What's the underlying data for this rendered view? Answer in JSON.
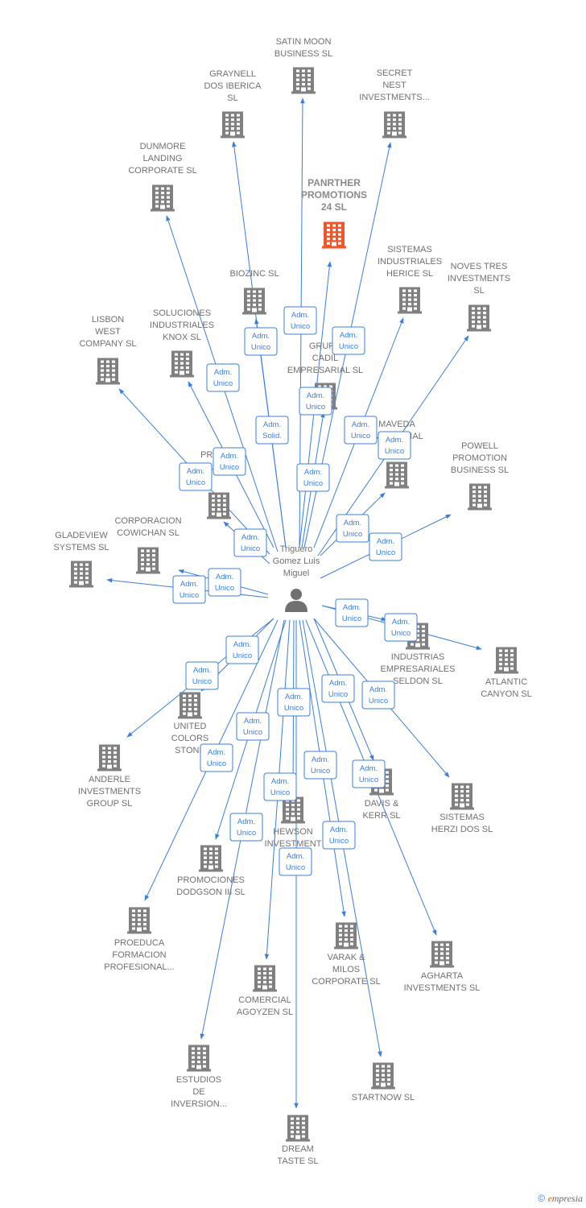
{
  "center": {
    "lines": [
      "Triguero",
      "Gomez Luis",
      "Miguel"
    ]
  },
  "colors": {
    "edge": "#3a7fd8",
    "building": "#808080",
    "highlight": "#f0562a",
    "text": "#707070"
  },
  "nodes": [
    {
      "id": "satin",
      "lines": [
        "SATIN MOON",
        "BUSINESS SL"
      ]
    },
    {
      "id": "graynell",
      "lines": [
        "GRAYNELL",
        "DOS IBERICA",
        "SL"
      ]
    },
    {
      "id": "secret",
      "lines": [
        "SECRET",
        "NEST",
        "INVESTMENTS..."
      ]
    },
    {
      "id": "dunmore",
      "lines": [
        "DUNMORE",
        "LANDING",
        "CORPORATE SL"
      ]
    },
    {
      "id": "panrther",
      "lines": [
        "PANRTHER",
        "PROMOTIONS",
        "24  SL"
      ],
      "highlight": true
    },
    {
      "id": "sistemas_herice",
      "lines": [
        "SISTEMAS",
        "INDUSTRIALES",
        "HERICE  SL"
      ]
    },
    {
      "id": "noves",
      "lines": [
        "NOVES TRES",
        "INVESTMENTS",
        "SL"
      ]
    },
    {
      "id": "biozinc",
      "lines": [
        "BIOZINC SL"
      ]
    },
    {
      "id": "soluciones",
      "lines": [
        "SOLUCIONES",
        "INDUSTRIALES",
        "KNOX SL"
      ]
    },
    {
      "id": "lisbon",
      "lines": [
        "LISBON",
        "WEST",
        "COMPANY  SL"
      ]
    },
    {
      "id": "cadil",
      "lines": [
        "GRUPO",
        "CADIL",
        "EMPRESARIAL SL"
      ]
    },
    {
      "id": "maveda",
      "lines": [
        "MAVEDA",
        "INDUSTRIAL",
        ""
      ]
    },
    {
      "id": "powell",
      "lines": [
        "POWELL",
        "PROMOTION",
        "BUSINESS  SL"
      ]
    },
    {
      "id": "provsilva",
      "lines": [
        "PROVES",
        "SILVA SL"
      ]
    },
    {
      "id": "corporacion",
      "lines": [
        "CORPORACION",
        "COWICHAN SL"
      ]
    },
    {
      "id": "gladeview",
      "lines": [
        "GLADEVIEW",
        "SYSTEMS  SL"
      ]
    },
    {
      "id": "industrias",
      "lines": [
        "INDUSTRIAS",
        "EMPRESARIALES",
        "SELDON SL"
      ]
    },
    {
      "id": "atlantic",
      "lines": [
        "ATLANTIC",
        "CANYON SL"
      ]
    },
    {
      "id": "united",
      "lines": [
        "UNITED",
        "COLORS",
        "STONE"
      ]
    },
    {
      "id": "anderle",
      "lines": [
        "ANDERLE",
        "INVESTMENTS",
        "GROUP SL"
      ]
    },
    {
      "id": "davis",
      "lines": [
        "DAVIS &",
        "KERR SL"
      ]
    },
    {
      "id": "herzi",
      "lines": [
        "SISTEMAS",
        "HERZI DOS SL"
      ]
    },
    {
      "id": "hewson",
      "lines": [
        "HEWSON",
        "INVESTMENT"
      ]
    },
    {
      "id": "dodgson",
      "lines": [
        "PROMOCIONES",
        "DODGSON III SL"
      ]
    },
    {
      "id": "proeduca",
      "lines": [
        "PROEDUCA",
        "FORMACION",
        "PROFESIONAL..."
      ]
    },
    {
      "id": "varak",
      "lines": [
        "VARAK &",
        "MILOS",
        "CORPORATE SL"
      ]
    },
    {
      "id": "agharta",
      "lines": [
        "AGHARTA",
        "INVESTMENTS SL"
      ]
    },
    {
      "id": "comercial",
      "lines": [
        "COMERCIAL",
        "AGOYZEN SL"
      ]
    },
    {
      "id": "estudios",
      "lines": [
        "ESTUDIOS",
        "DE",
        "INVERSION..."
      ]
    },
    {
      "id": "startnow",
      "lines": [
        "STARTNOW SL"
      ]
    },
    {
      "id": "dream",
      "lines": [
        "DREAM",
        "TASTE SL"
      ]
    }
  ],
  "edges": [
    {
      "to": "satin",
      "label": [
        "Adm.",
        "Unico"
      ]
    },
    {
      "to": "graynell",
      "label": [
        "Adm.",
        "Unico"
      ]
    },
    {
      "to": "secret",
      "label": [
        "Adm.",
        "Unico"
      ]
    },
    {
      "to": "dunmore",
      "label": [
        "Adm.",
        "Unico"
      ]
    },
    {
      "to": "panrther",
      "label": [
        "Adm.",
        "Unico"
      ]
    },
    {
      "to": "sistemas_herice",
      "label": [
        "Adm.",
        "Unico"
      ]
    },
    {
      "to": "noves",
      "label": [
        "Adm.",
        "Unico"
      ]
    },
    {
      "to": "biozinc",
      "label": [
        "Adm.",
        "Solid."
      ]
    },
    {
      "to": "soluciones",
      "label": [
        "Adm.",
        "Unico"
      ]
    },
    {
      "to": "lisbon",
      "label": [
        "Adm.",
        "Unico"
      ]
    },
    {
      "to": "cadil",
      "label": [
        "Adm.",
        "Unico"
      ]
    },
    {
      "to": "maveda",
      "label": [
        "Adm.",
        "Unico"
      ]
    },
    {
      "to": "powell",
      "label": [
        "Adm.",
        "Unico"
      ]
    },
    {
      "to": "provsilva",
      "label": [
        "Adm.",
        "Unico"
      ]
    },
    {
      "to": "corporacion",
      "label": [
        "Adm.",
        "Unico"
      ]
    },
    {
      "to": "gladeview",
      "label": [
        "Adm.",
        "Unico"
      ]
    },
    {
      "to": "industrias",
      "label": [
        "Adm.",
        "Unico"
      ]
    },
    {
      "to": "atlantic",
      "label": [
        "Adm.",
        "Unico"
      ]
    },
    {
      "to": "united",
      "label": [
        "Adm.",
        "Unico"
      ]
    },
    {
      "to": "anderle",
      "label": [
        "Adm.",
        "Unico"
      ]
    },
    {
      "to": "davis",
      "label": [
        "Adm.",
        "Unico"
      ]
    },
    {
      "to": "herzi",
      "label": [
        "Adm.",
        "Unico"
      ]
    },
    {
      "to": "hewson",
      "label": [
        "Adm.",
        "Unico"
      ]
    },
    {
      "to": "dodgson",
      "label": [
        "Adm.",
        "Unico"
      ]
    },
    {
      "to": "proeduca",
      "label": [
        "Adm.",
        "Unico"
      ]
    },
    {
      "to": "varak",
      "label": [
        "Adm.",
        "Unico"
      ]
    },
    {
      "to": "agharta",
      "label": [
        "Adm.",
        "Unico"
      ]
    },
    {
      "to": "comercial",
      "label": [
        "Adm.",
        "Unico"
      ]
    },
    {
      "to": "estudios",
      "label": [
        "Adm.",
        "Unico"
      ]
    },
    {
      "to": "startnow",
      "label": [
        "Adm.",
        "Unico"
      ]
    },
    {
      "to": "dream",
      "label": [
        "Adm.",
        "Unico"
      ]
    }
  ],
  "footer": {
    "copyright": "©",
    "brand_e": "e",
    "brand_rest": "mpresia"
  }
}
